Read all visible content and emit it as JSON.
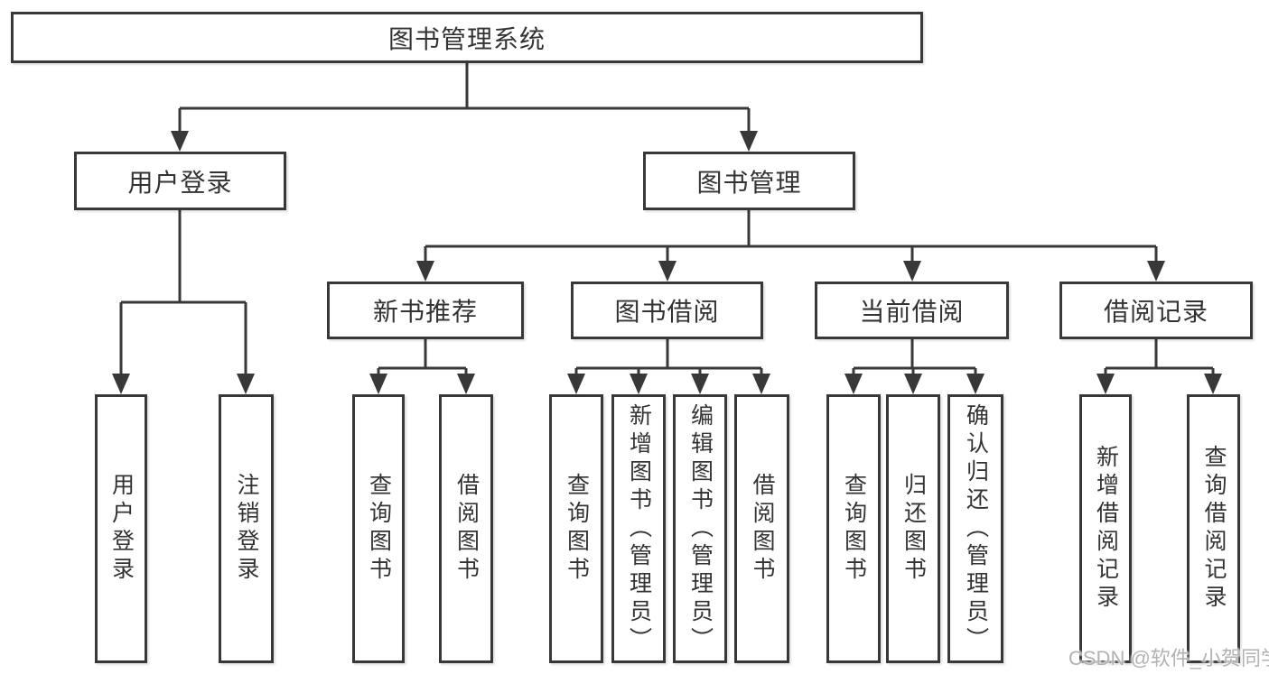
{
  "diagram": {
    "root": "图书管理系统",
    "level2": {
      "user_login": "用户登录",
      "book_management": "图书管理"
    },
    "level3": {
      "new_book_recommend": "新书推荐",
      "book_borrow": "图书借阅",
      "current_borrow": "当前借阅",
      "borrow_records": "借阅记录"
    },
    "leaves": {
      "user_login_login": "用户登录",
      "user_login_logout": "注销登录",
      "newbook_query": "查询图书",
      "newbook_borrow": "借阅图书",
      "borrow_query": "查询图书",
      "borrow_add_admin": "新增图书（管理员）",
      "borrow_edit_admin": "编辑图书（管理员）",
      "borrow_borrow": "借阅图书",
      "current_query": "查询图书",
      "current_return": "归还图书",
      "current_confirm_admin": "确认归还（管理员）",
      "records_add": "新增借阅记录",
      "records_query": "查询借阅记录"
    }
  },
  "watermark": "CSDN @软件_小贺同学",
  "colors": {
    "line": "#383838",
    "box_border": "#383838",
    "text": "#333333",
    "background": "#ffffff",
    "watermark": "#b2b2b2"
  }
}
